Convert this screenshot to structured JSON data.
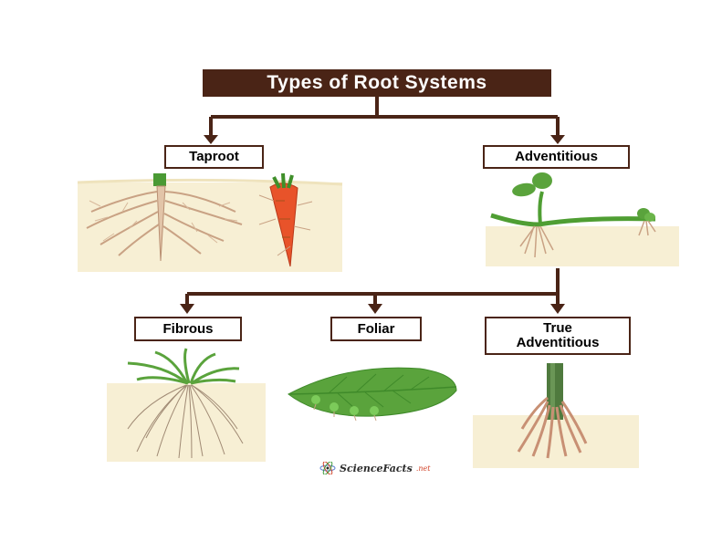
{
  "title": "Types of Root Systems",
  "nodes": {
    "taproot": "Taproot",
    "adventitious": "Adventitious",
    "fibrous": "Fibrous",
    "foliar": "Foliar",
    "true_adventitious_line1": "True",
    "true_adventitious_line2": "Adventitious"
  },
  "logo": {
    "text": "ScienceFacts",
    "suffix": ".net"
  },
  "colors": {
    "connector": "#4a2416",
    "soil": "#f7efd4",
    "root": "#e2c4a8",
    "leaf": "#5aa33c",
    "carrot": "#e8532a"
  },
  "icons": [
    "taproot-plant-illustration",
    "carrot-illustration",
    "adventitious-plant-illustration",
    "fibrous-root-illustration",
    "foliar-leaf-illustration",
    "true-adventitious-root-illustration",
    "atom-logo-icon"
  ]
}
